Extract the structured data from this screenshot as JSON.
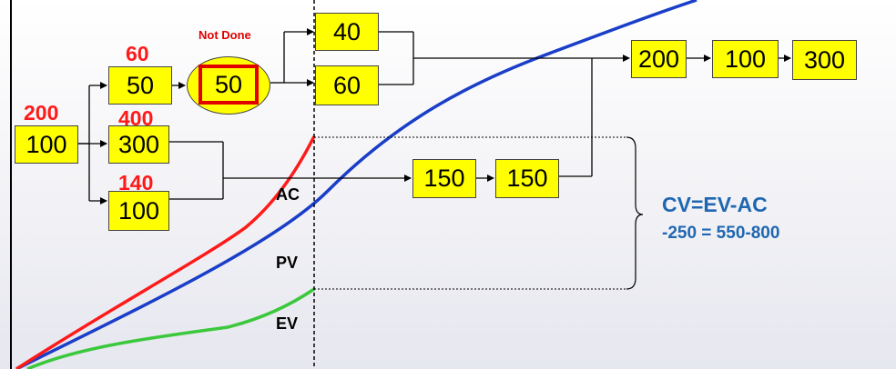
{
  "boxes": {
    "root": "100",
    "a": "50",
    "b": "300",
    "c": "100",
    "d_not_done": "50",
    "e": "40",
    "f": "60",
    "g": "150",
    "h": "150",
    "i": "200",
    "j": "100",
    "k": "300"
  },
  "red_values": {
    "root": "200",
    "a": "60",
    "b": "400",
    "c": "140"
  },
  "note": "Not Done",
  "curves": {
    "ac": "AC",
    "pv": "PV",
    "ev": "EV"
  },
  "formula": {
    "line1": "CV=EV-AC",
    "line2": "-250 = 550-800"
  },
  "colors": {
    "box_fill": "#ffff00",
    "ac_curve": "#ff1a1a",
    "pv_curve": "#1a3ec8",
    "ev_curve": "#3cc83c",
    "formula_text": "#1f67b1",
    "red_text": "#ff1a1a"
  }
}
